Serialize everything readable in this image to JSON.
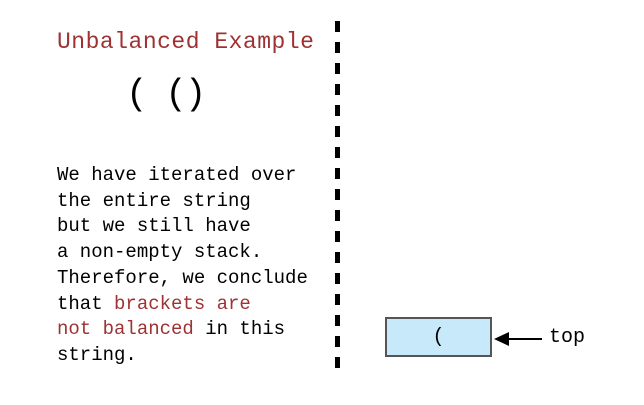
{
  "title": "Unbalanced Example",
  "expression": "( ()",
  "explanation": {
    "line1": "We have iterated over",
    "line2": "the entire string",
    "line3": "but we still have",
    "line4": "a non-empty stack.",
    "line5": "Therefore, we conclude",
    "line6_black": "that ",
    "line6_red": "brackets are",
    "line7_red": "not balanced",
    "line7_black": " in this",
    "line8": "string."
  },
  "stack": {
    "top_item": "(",
    "pointer_label": "top"
  },
  "colors": {
    "accent_red": "#9e3232",
    "stack_fill": "#c7e9fa",
    "stack_border": "#555555",
    "text": "#000000",
    "background": "#ffffff"
  }
}
